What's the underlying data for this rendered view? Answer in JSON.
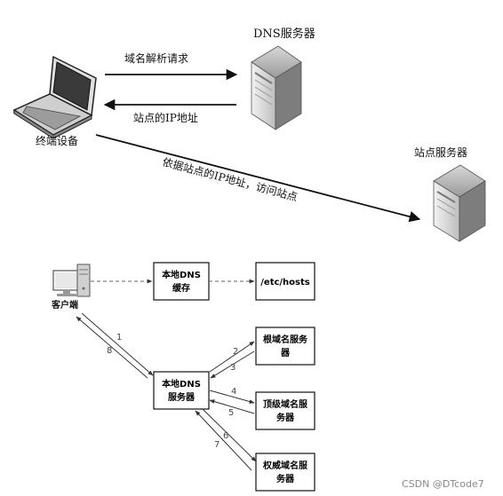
{
  "top_diagram": {
    "dns_server_label": "DNS服务器",
    "terminal_label": "终端设备",
    "site_server_label": "站点服务器",
    "request_label": "域名解析请求",
    "response_label": "站点的IP地址",
    "access_label": "依据站点的IP地址，访问站点"
  },
  "bottom_diagram": {
    "client_label": "客户端",
    "cache_label": [
      "本地DNS",
      "缓存"
    ],
    "hosts_label": "/etc/hosts",
    "local_dns_label": [
      "本地DNS",
      "服务器"
    ],
    "root_label": [
      "根域名服务",
      "器"
    ],
    "tld_label": [
      "顶级域名服",
      "务器"
    ],
    "auth_label": [
      "权威域名服",
      "务器"
    ],
    "steps": [
      "1",
      "2",
      "3",
      "4",
      "5",
      "6",
      "7",
      "8"
    ]
  },
  "watermark": "CSDN @DTcode7",
  "colors": {
    "line": "#222222",
    "dashed": "#666666",
    "box_stroke": "#111111",
    "server_light": "#e6e6e6",
    "server_dark": "#8a8a8a",
    "watermark": "#888888"
  }
}
